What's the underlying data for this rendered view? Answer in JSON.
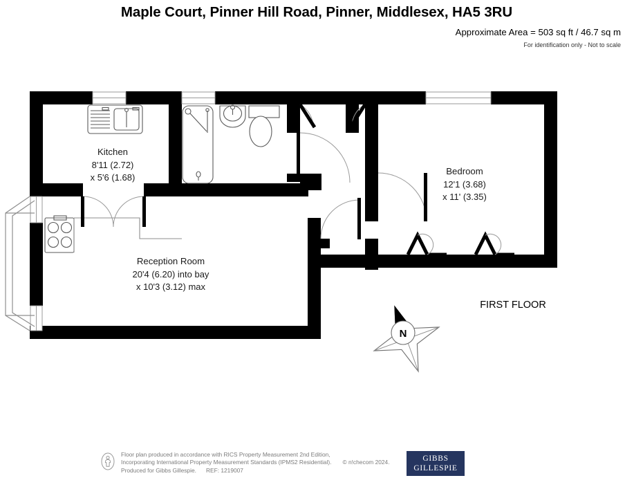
{
  "header": {
    "title": "Maple Court, Pinner Hill Road, Pinner, Middlesex, HA5 3RU",
    "area": "Approximate Area = 503 sq ft / 46.7 sq m",
    "scale_note": "For identification only - Not to scale"
  },
  "plan": {
    "floor_tag": "FIRST FLOOR",
    "compass_label": "N",
    "rooms": [
      {
        "name": "Kitchen",
        "dim_line1": "8'11 (2.72)",
        "dim_line2": "x 5'6 (1.68)"
      },
      {
        "name": "Reception Room",
        "dim_line1": "20'4 (6.20) into bay",
        "dim_line2": "x 10'3 (3.12) max"
      },
      {
        "name": "Bedroom",
        "dim_line1": "12'1 (3.68)",
        "dim_line2": "x 11' (3.35)"
      }
    ]
  },
  "footer": {
    "line1": "Floor plan produced in accordance with RICS Property Measurement 2nd Edition,",
    "line2": "Incorporating International Property Measurement Standards (IPMS2 Residential).",
    "copyright": "© n!checom 2024.",
    "line3": "Produced for Gibbs Gillespie.",
    "ref": "REF:  1219007",
    "brand_line1": "GIBBS",
    "brand_line2": "GILLESPIE"
  },
  "colors": {
    "wall": "#000000",
    "fixture_stroke": "#4d4d4d",
    "door_arc": "#8c8c8c",
    "brand_bg": "#25355f",
    "footer_text": "#7b7b7b"
  }
}
